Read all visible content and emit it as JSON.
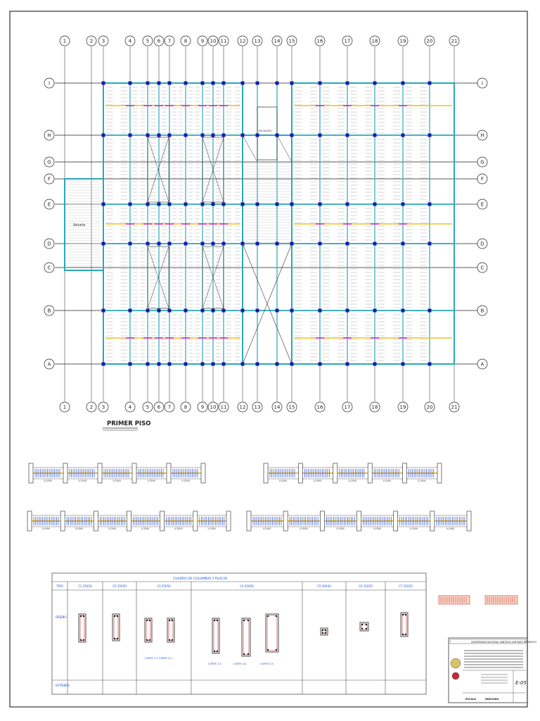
{
  "plan": {
    "title": "PRIMER PISO",
    "columns": [
      "1",
      "2",
      "3",
      "4",
      "5",
      "6",
      "7",
      "8",
      "9",
      "10",
      "11",
      "12",
      "13",
      "14",
      "15",
      "16",
      "17",
      "18",
      "19",
      "20",
      "21"
    ],
    "rows": [
      "I",
      "H",
      "G",
      "F",
      "E",
      "D",
      "C",
      "B",
      "A"
    ],
    "room_label": "Aduela",
    "room_label_2": "ESCALERA"
  },
  "beam_details": {
    "span_label": "V-2500"
  },
  "table": {
    "title": "CUADRO DE COLUMNAS Y PLACAS",
    "headers": [
      "TIPO",
      "C1 25X50",
      "C2 25X50",
      "C3 25X50",
      "C4 25X50",
      "C5 30X30",
      "C6 25X25",
      "C7 25X25"
    ],
    "row_labels": [
      "DISEÑO",
      "ESTRIBOS"
    ],
    "section_labels": [
      "CORTE 1-1",
      "CORTE 2-2",
      "CORTE 3-3",
      "CORTE 4-4",
      "CORTE 5-5"
    ]
  },
  "title_block": {
    "university": "UNIVERSIDAD NACIONAL SANTIAGO ANTUNEZ DE MAYOLO",
    "sheet": "E-05",
    "footer_a": "ESCALA",
    "footer_b": "INDICADA"
  },
  "colors": {
    "grid": "#000000",
    "beam": "#2aa7b8",
    "column": "#1a1aa8",
    "accent": "#d11ad1",
    "strip": "#f0c020"
  }
}
